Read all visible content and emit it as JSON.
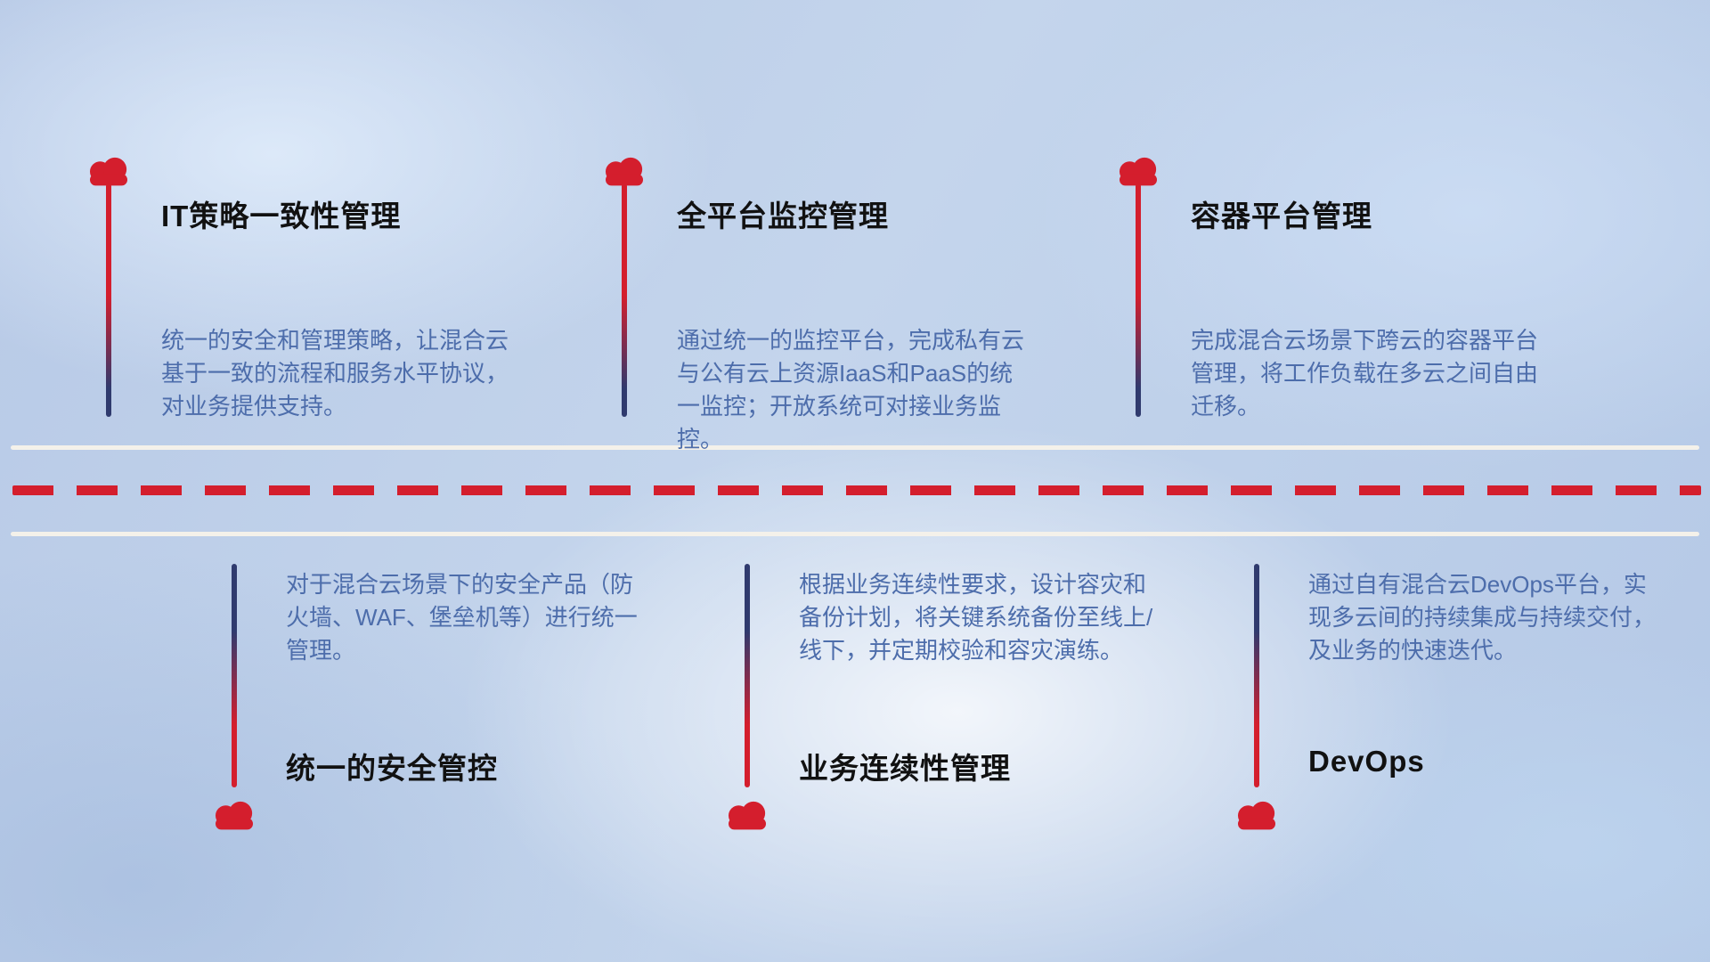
{
  "colors": {
    "cloud_red": "#d41e2d",
    "line_navy": "#2f3a6e",
    "desc_blue": "#4d6dab",
    "title_black": "#111111",
    "road_white": "#f4f1ea",
    "dash_red": "#d41e2d"
  },
  "items_top": [
    {
      "title": "IT策略一致性管理",
      "desc": "统一的安全和管理策略，让混合云基于一致的流程和服务水平协议，对业务提供支持。"
    },
    {
      "title": "全平台监控管理",
      "desc": "通过统一的监控平台，完成私有云与公有云上资源IaaS和PaaS的统一监控；开放系统可对接业务监控。"
    },
    {
      "title": "容器平台管理",
      "desc": "完成混合云场景下跨云的容器平台管理，将工作负载在多云之间自由迁移。"
    }
  ],
  "items_bottom": [
    {
      "title": "统一的安全管控",
      "desc": "对于混合云场景下的安全产品（防火墙、WAF、堡垒机等）进行统一管理。"
    },
    {
      "title": "业务连续性管理",
      "desc": "根据业务连续性要求，设计容灾和备份计划，将关键系统备份至线上/线下，并定期校验和容灾演练。"
    },
    {
      "title": "DevOps",
      "desc": "通过自有混合云DevOps平台，实现多云间的持续集成与持续交付，及业务的快速迭代。"
    }
  ]
}
